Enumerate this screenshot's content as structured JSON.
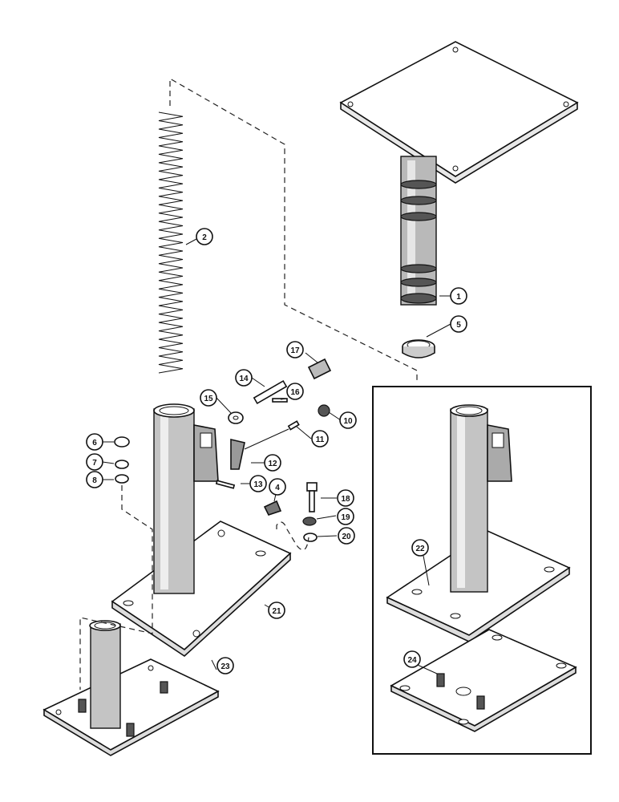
{
  "callouts": [
    {
      "id": "c1",
      "label": "1"
    },
    {
      "id": "c2",
      "label": "2"
    },
    {
      "id": "c4",
      "label": "4"
    },
    {
      "id": "c5",
      "label": "5"
    },
    {
      "id": "c6",
      "label": "6"
    },
    {
      "id": "c7",
      "label": "7"
    },
    {
      "id": "c8",
      "label": "8"
    },
    {
      "id": "c10",
      "label": "10"
    },
    {
      "id": "c11",
      "label": "11"
    },
    {
      "id": "c12",
      "label": "12"
    },
    {
      "id": "c13",
      "label": "13"
    },
    {
      "id": "c14",
      "label": "14"
    },
    {
      "id": "c15",
      "label": "15"
    },
    {
      "id": "c16",
      "label": "16"
    },
    {
      "id": "c17",
      "label": "17"
    },
    {
      "id": "c18",
      "label": "18"
    },
    {
      "id": "c19",
      "label": "19"
    },
    {
      "id": "c20",
      "label": "20"
    },
    {
      "id": "c21",
      "label": "21"
    },
    {
      "id": "c22",
      "label": "22"
    },
    {
      "id": "c23",
      "label": "23"
    },
    {
      "id": "c24",
      "label": "24"
    }
  ]
}
